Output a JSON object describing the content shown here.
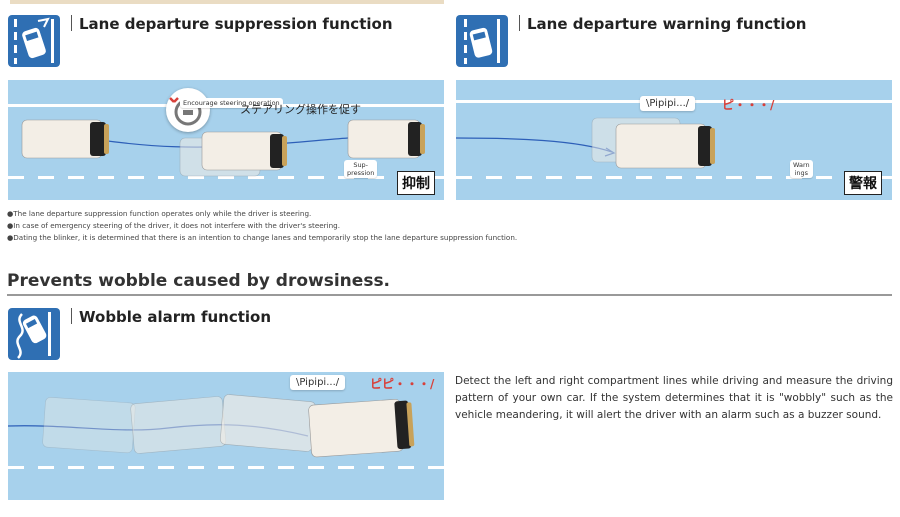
{
  "sections": {
    "suppression": {
      "title": "Lane departure suppression function",
      "encourage_label": "Encourage steering operation",
      "jp_text": "ステアリング操作を促す",
      "suppression_tag": "Sup-\npression",
      "stamp": "抑制"
    },
    "warning": {
      "title": "Lane departure warning function",
      "bubble": "\\Pipipi.../",
      "bubble_jp": "ピ・・・/",
      "warnings_tag": "Warn\nings",
      "stamp": "警報"
    },
    "wobble": {
      "title": "Wobble alarm function",
      "bubble": "\\Pipipi.../",
      "bubble_jp": "ピピ・・・/",
      "description": "Detect the left and right compartment lines while driving and measure the driving pattern of your own car. If the system determines that it is \"wobbly\" such as the vehicle meandering, it will alert the driver with an alarm such as a buzzer sound."
    }
  },
  "notes": [
    "●The lane departure suppression function operates only while the driver is steering.",
    "●In case of emergency steering of the driver, it does not interfere with the driver's steering.",
    "●Dating the blinker, it is determined that there is an intention to change lanes and temporarily stop the lane departure suppression function."
  ],
  "heading": "Prevents wobble caused by drowsiness.",
  "colors": {
    "icon_bg": "#2f6fb3",
    "scene_bg": "#a7d1ec",
    "accent_red": "#d8403a",
    "path_blue": "#2d5fb8"
  },
  "icons": [
    "lane-suppression-icon",
    "lane-warning-icon",
    "wobble-alarm-icon",
    "steering-wheel-icon"
  ]
}
